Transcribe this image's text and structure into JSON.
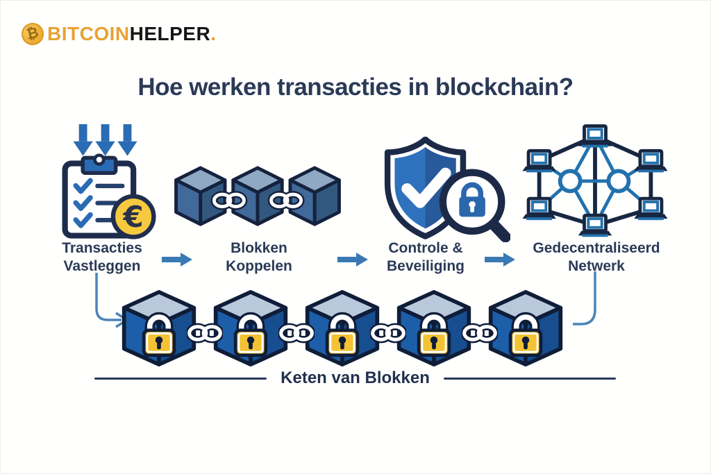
{
  "brand": {
    "coin_symbol": "₿",
    "name_part1": "BITCOIN",
    "name_part2": "HELPER",
    "name_dot": "."
  },
  "title": "Hoe werken transacties in blockchain?",
  "steps": [
    {
      "id": "transacties-vastleggen",
      "line1": "Transacties",
      "line2": "Vastleggen",
      "icon": "clipboard-checklist-euro-icon"
    },
    {
      "id": "blokken-koppelen",
      "line1": "Blokken",
      "line2": "Koppelen",
      "icon": "linked-blocks-icon"
    },
    {
      "id": "controle-beveiliging",
      "line1": "Controle &",
      "line2": "Beveiliging",
      "icon": "shield-check-magnifier-lock-icon"
    },
    {
      "id": "gedecentraliseerd-netwerk",
      "line1": "Gedecentraliseerd",
      "line2": "Netwerk",
      "icon": "decentralized-network-icon"
    }
  ],
  "symbols": {
    "euro": "€"
  },
  "chain": {
    "label": "Keten van Blokken",
    "block_count": 5,
    "block_icon": "locked-block-icon"
  },
  "colors": {
    "accent_gold": "#E8A233",
    "dark_navy": "#1E2C4C",
    "steel_blue": "#3A79B4",
    "block_blue": "#1D5EA8",
    "lock_yellow": "#F4C233",
    "coin_yellow": "#F6C93F",
    "text_dark": "#2B3A55"
  }
}
